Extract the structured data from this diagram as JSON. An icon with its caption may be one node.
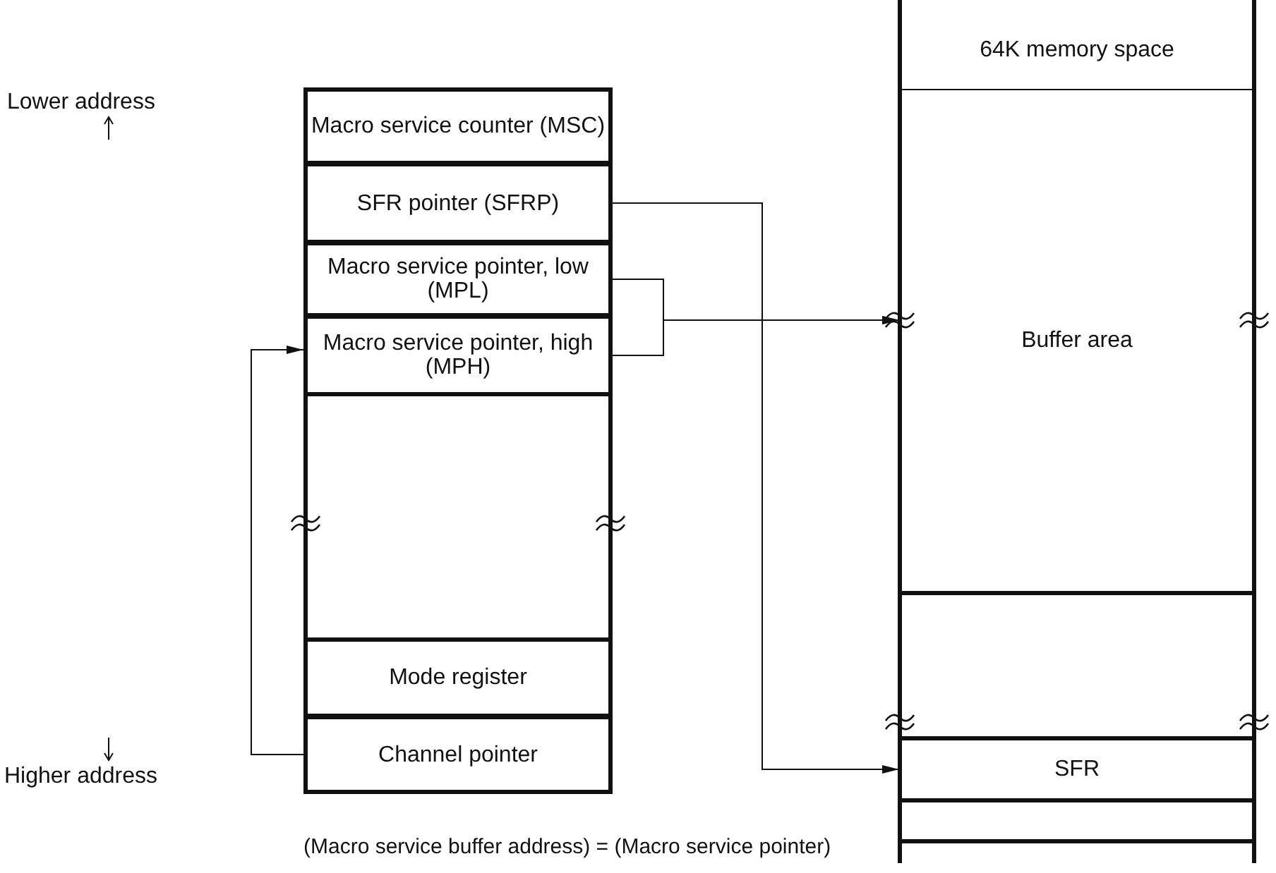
{
  "diagram": {
    "caption": "(Macro service buffer address) = (Macro service pointer)",
    "nodes": [
      {
        "text": [
          "Macro service counter (MSC)"
        ]
      },
      {
        "text": [
          "SFR pointer (SFRP)"
        ]
      },
      {
        "text": [
          "Macro service pointer, low (MPL)"
        ]
      },
      {
        "text": [
          "Macro service pointer, high (MPH)"
        ]
      },
      {
        "text": [
          "Mode register"
        ]
      },
      {
        "text": [
          "Channel pointer"
        ]
      },
      {
        "text": [
          "64K memory space"
        ]
      },
      {
        "text": [
          "Buffer area"
        ]
      },
      {
        "text": [
          "SFR"
        ]
      }
    ],
    "edges": [
      {
        "from": 1,
        "to": 8,
        "arrow": "to"
      },
      {
        "from": 2,
        "to": 7,
        "arrow": "to"
      },
      {
        "from": 3,
        "to": 7,
        "arrow": "to"
      },
      {
        "from": 5,
        "to": 3,
        "arrow": "to"
      }
    ],
    "labels": [
      "Lower address",
      "Higher address"
    ]
  }
}
